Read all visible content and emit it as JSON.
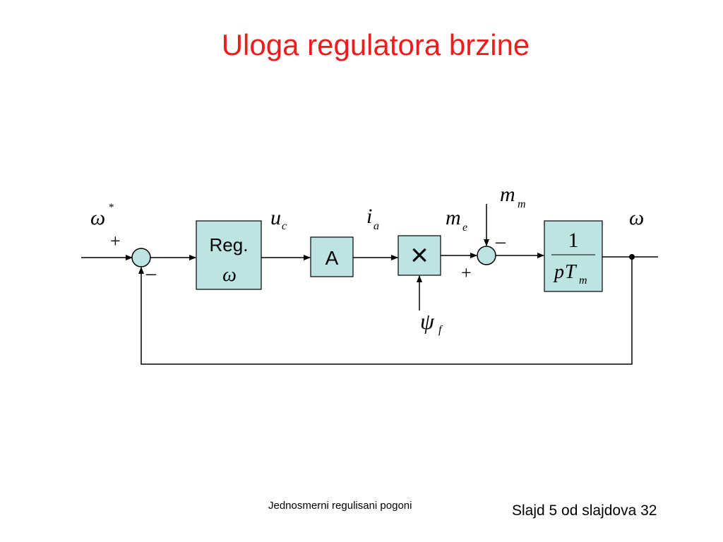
{
  "slide": {
    "title": "Uloga regulatora brzine",
    "footer_center": "Jednosmerni regulisani pogoni",
    "footer_right": "Slajd 5 od slajdova 32"
  },
  "diagram": {
    "colors": {
      "block_fill": "#bde3e3",
      "line": "#000000",
      "title": "#ee1c1c"
    },
    "input_signal": {
      "symbol": "ω",
      "superscript": "*"
    },
    "sum1": {
      "plus_sign": "+",
      "minus_sign": "–"
    },
    "regulator_block": {
      "line1": "Reg.",
      "line2": "ω"
    },
    "uc_label": {
      "symbol": "u",
      "subscript": "c"
    },
    "amplifier_block": {
      "label": "A"
    },
    "ia_label": {
      "symbol": "i",
      "subscript": "a"
    },
    "multiplier_block": {
      "symbol": "×"
    },
    "psi_label": {
      "symbol": "ψ",
      "subscript": "f"
    },
    "me_label": {
      "symbol": "m",
      "subscript": "e"
    },
    "mm_label": {
      "symbol": "m",
      "subscript": "m"
    },
    "sum2": {
      "plus_sign": "+",
      "minus_sign": "–"
    },
    "plant_block": {
      "numerator": "1",
      "denominator_p": "p",
      "denominator_T": "T",
      "denominator_sub": "m"
    },
    "output_signal": {
      "symbol": "ω"
    }
  }
}
